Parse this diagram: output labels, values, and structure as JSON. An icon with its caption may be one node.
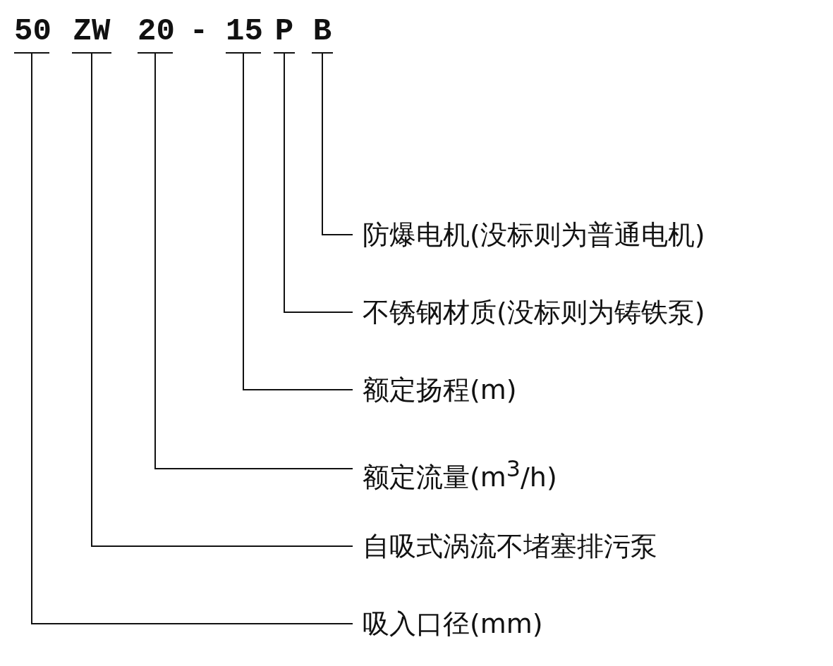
{
  "diagram": {
    "nodes": [
      {
        "text": [
          "50"
        ]
      },
      {
        "text": [
          "ZW"
        ]
      },
      {
        "text": [
          "20"
        ]
      },
      {
        "text": [
          "15"
        ]
      },
      {
        "text": [
          "P"
        ]
      },
      {
        "text": [
          "B"
        ]
      },
      {
        "text": [
          "防爆电机(没标则为普通电机)"
        ]
      },
      {
        "text": [
          "不锈钢材质(没标则为铸铁泵)"
        ]
      },
      {
        "text": [
          "额定扬程(m)"
        ]
      },
      {
        "text": [
          "额定流量(m$^{3}$/h)"
        ]
      },
      {
        "text": [
          "自吸式涡流不堵塞排污泵"
        ]
      },
      {
        "text": [
          "吸入口径(mm)"
        ]
      }
    ],
    "edges": [
      {
        "from": 5,
        "to": 6,
        "arrow": "none"
      },
      {
        "from": 4,
        "to": 7,
        "arrow": "none"
      },
      {
        "from": 3,
        "to": 8,
        "arrow": "none"
      },
      {
        "from": 2,
        "to": 9,
        "arrow": "none"
      },
      {
        "from": 1,
        "to": 10,
        "arrow": "none"
      },
      {
        "from": 0,
        "to": 11,
        "arrow": "none"
      }
    ],
    "labels": [
      "-"
    ]
  }
}
